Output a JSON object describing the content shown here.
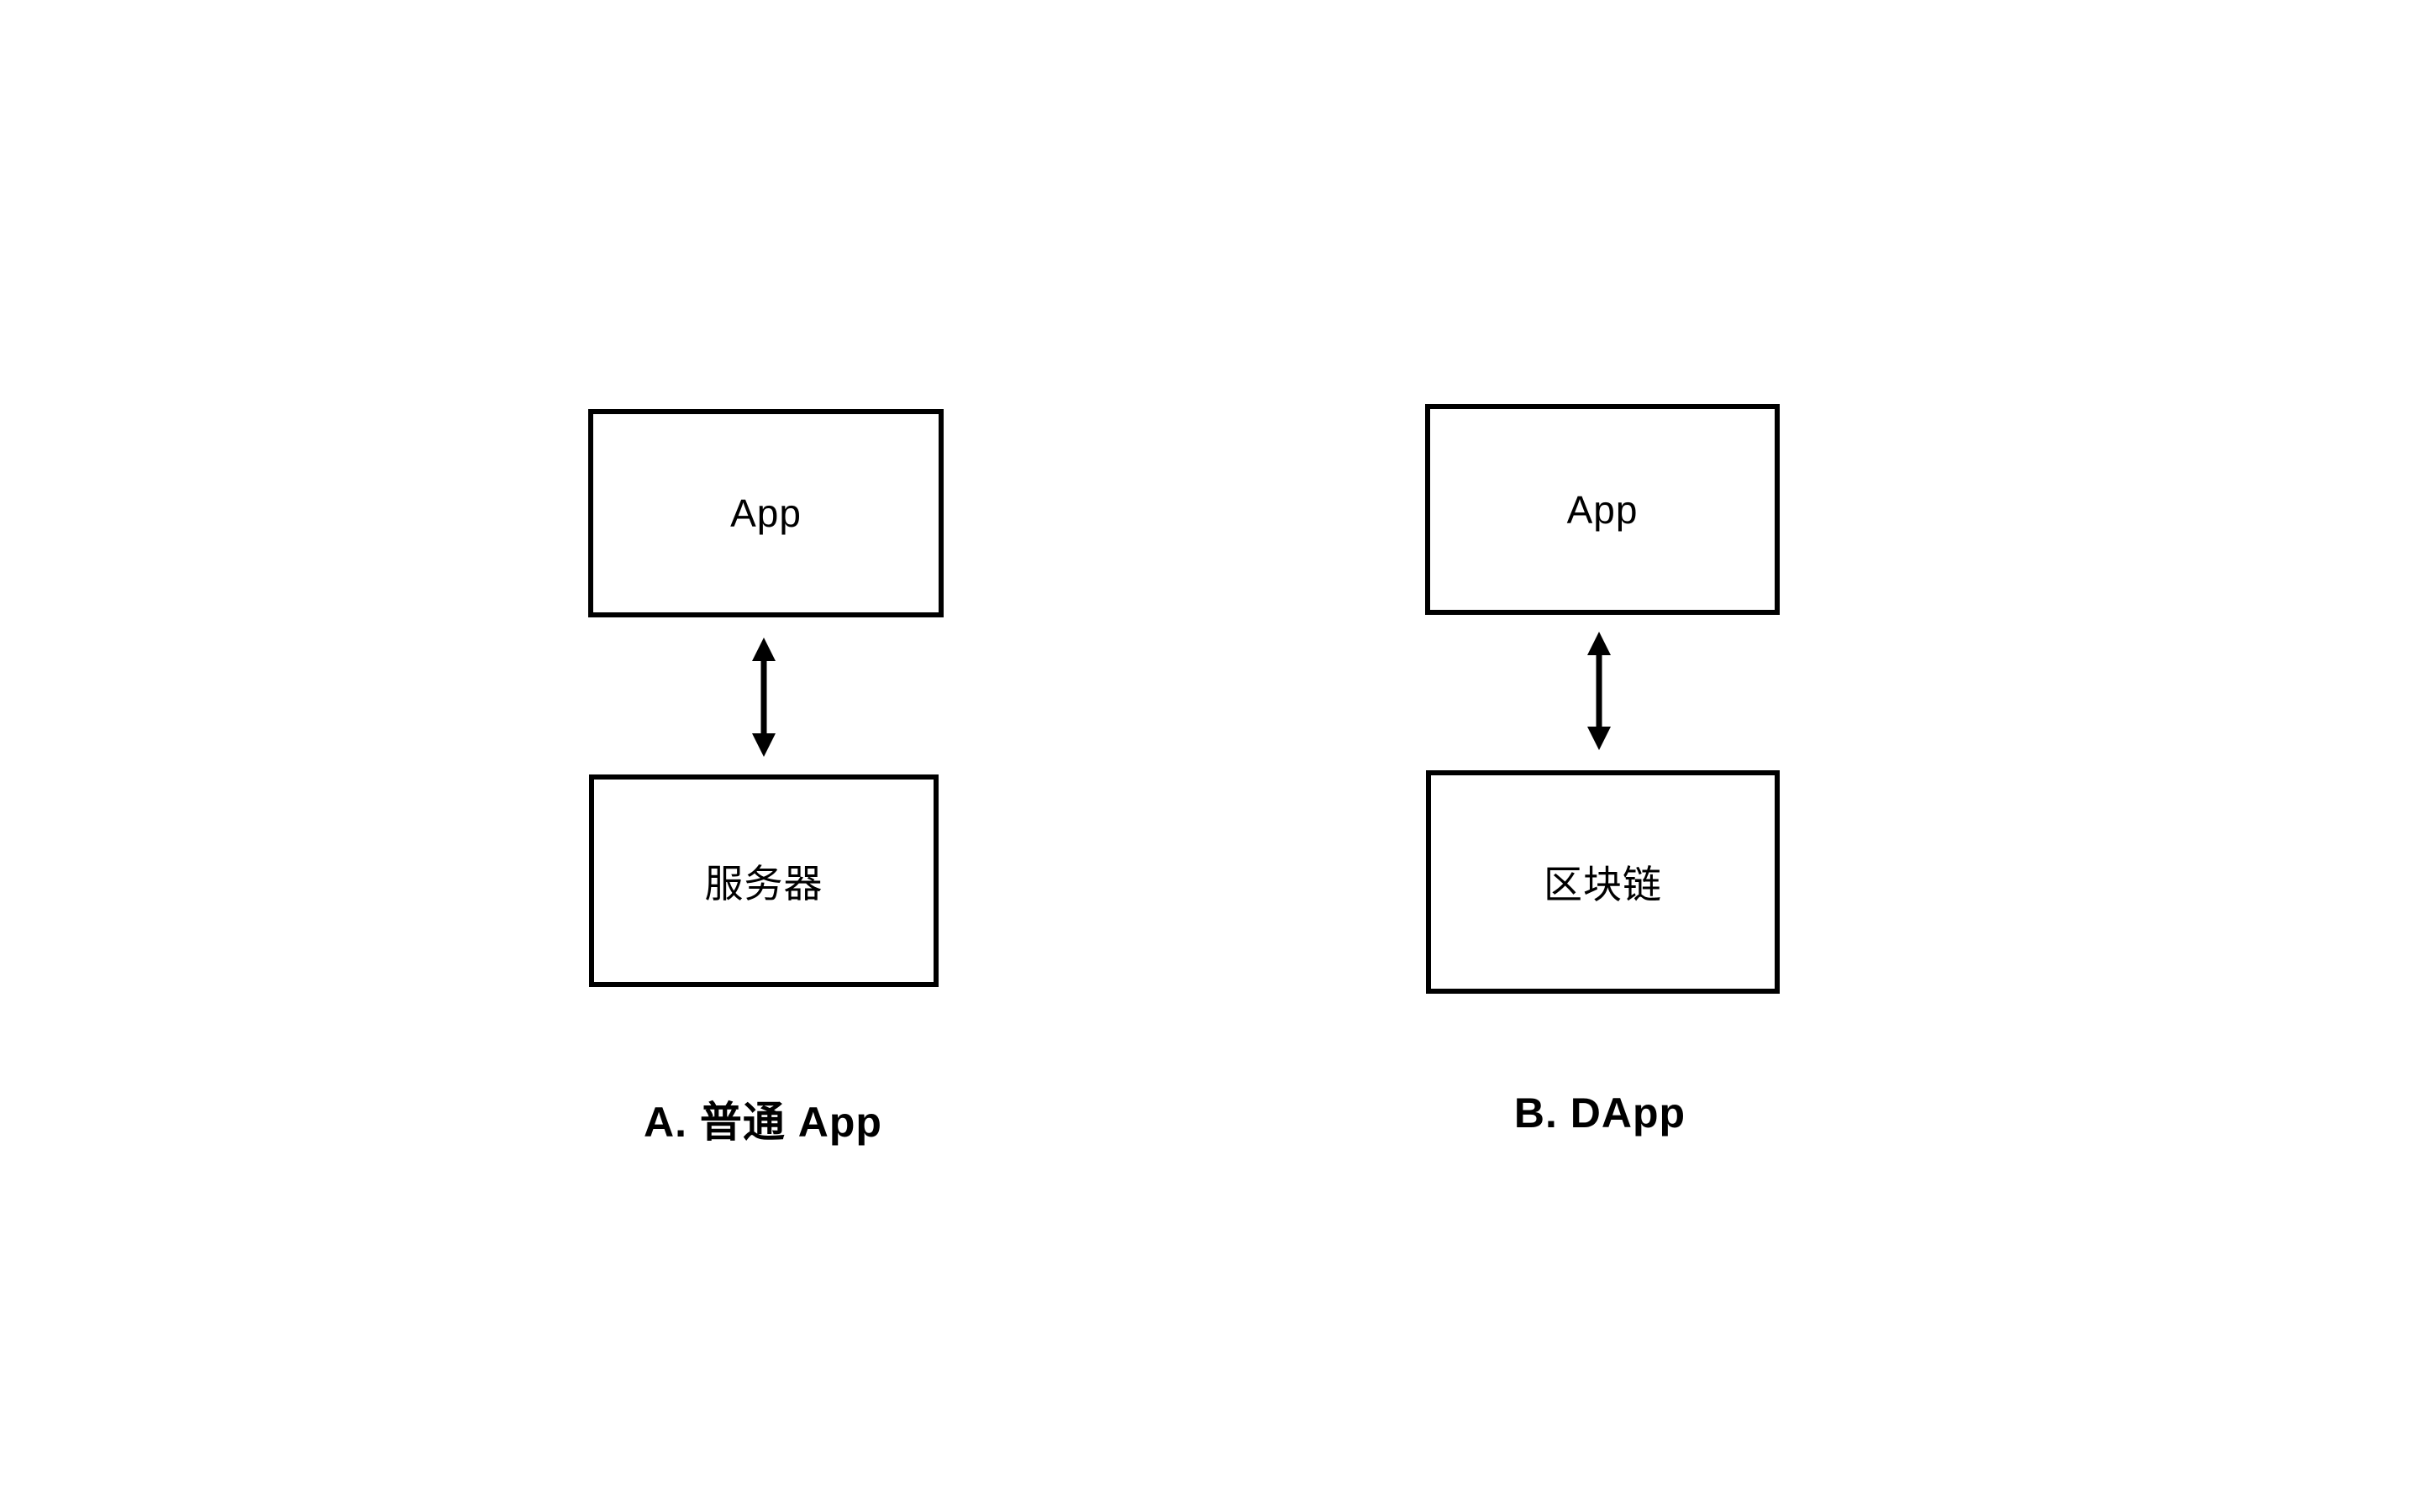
{
  "page": {
    "background": "#ffffff"
  },
  "colors": {
    "box_border": "#000000",
    "text": "#000000",
    "arrow": "#000000"
  },
  "columns": [
    {
      "id": "normal-app",
      "top_box": "App",
      "bottom_box": "服务器",
      "caption": "A. 普通 App"
    },
    {
      "id": "dapp",
      "top_box": "App",
      "bottom_box": "区块链",
      "caption": "B. DApp"
    }
  ]
}
